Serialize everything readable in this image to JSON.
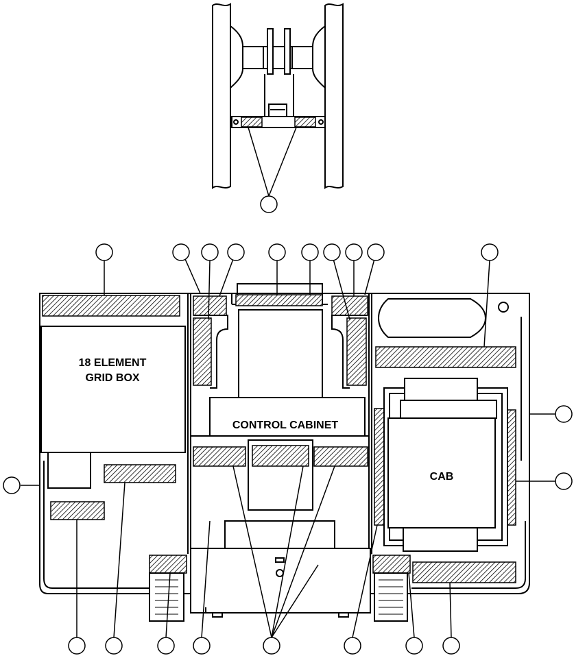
{
  "labels": {
    "grid_box_line1": "18 ELEMENT",
    "grid_box_line2": "GRID BOX",
    "control_cabinet": "CONTROL CABINET",
    "cab": "CAB"
  },
  "colors": {
    "ink": "#000000",
    "paper": "#ffffff"
  }
}
